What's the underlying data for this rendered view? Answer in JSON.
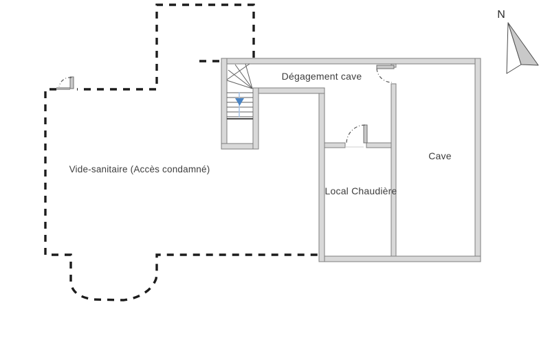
{
  "plan": {
    "type": "floor-plan",
    "level": "basement",
    "rooms": [
      {
        "id": "degagement-cave",
        "label": "Dégagement cave"
      },
      {
        "id": "cave",
        "label": "Cave"
      },
      {
        "id": "local-chaudiere",
        "label": "Local Chaudière"
      },
      {
        "id": "vide-sanitaire",
        "label": "Vide-sanitaire (Accès condamné)"
      }
    ],
    "compass": {
      "label": "N"
    },
    "features": [
      "staircase-with-down-arrow",
      "door-to-cave",
      "door-to-local-chaudiere",
      "condemned-access-door",
      "crawl-space-dashed-outline"
    ],
    "colors": {
      "background": "#ffffff",
      "wall_fill": "#d9d9d9",
      "wall_stroke": "#7d7d7d",
      "dashed_boundary": "#1c1c1c",
      "door_swing": "#555555",
      "text": "#3d3d3d",
      "stair_arrow": "#4a84c4",
      "compass_fill": "#c9c9c9"
    }
  }
}
